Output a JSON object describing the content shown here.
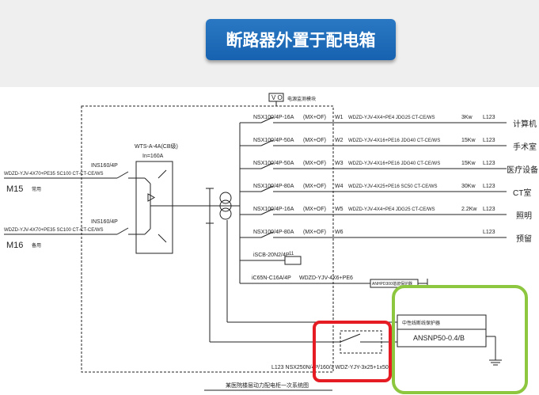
{
  "title": "断路器外置于配电箱",
  "vo": {
    "box": "V O",
    "label": "电源监测模块"
  },
  "incomers": [
    {
      "cable": "WDZD-YJV-4X70+PE35 SC100 CT-CT-CE/WS",
      "id": "M15",
      "note": "常用",
      "breaker": "INS160/4P"
    },
    {
      "cable": "WDZD-YJV-4X70+PE35 SC100 CT-CT-CE/WS",
      "id": "M16",
      "note": "备用",
      "breaker": "INS160/4P"
    }
  ],
  "ats": {
    "model": "WTS-A-4A(CB级)",
    "rating": "In=160A"
  },
  "branches": [
    {
      "breaker": "NSX100/4P-16A",
      "aux": "(MX+OF)",
      "circuit": "W1",
      "cable": "WDZD-YJV-4X4+PE4  JDG25  CT-CE/WS",
      "power": "3Kw",
      "ref": "L123",
      "load": "计算机"
    },
    {
      "breaker": "NSX100/4P-50A",
      "aux": "(MX+OF)",
      "circuit": "W2",
      "cable": "WDZD-YJV-4X16+PE16  JDG40  CT-CE/WS",
      "power": "15Kw",
      "ref": "L123",
      "load": "手术室"
    },
    {
      "breaker": "NSX100/4P-50A",
      "aux": "(MX+OF)",
      "circuit": "W3",
      "cable": "WDZD-YJV-4X16+PE16  JDG40  CT-CE/WS",
      "power": "15Kw",
      "ref": "L123",
      "load": "医疗设备"
    },
    {
      "breaker": "NSX100/4P-80A",
      "aux": "(MX+OF)",
      "circuit": "W4",
      "cable": "WDZD-YJV-4X25+PE16  SC50  CT-CE/WS",
      "power": "30Kw",
      "ref": "L123",
      "load": "CT室"
    },
    {
      "breaker": "NSX100/4P-16A",
      "aux": "(MX+OF)",
      "circuit": "W5",
      "cable": "WDZD-YJV-4X4+PE4  JDG25  CT-CE/WS",
      "power": "2.2Kw",
      "ref": "L123",
      "load": "照明"
    },
    {
      "breaker": "NSX100/4P-80A",
      "aux": "(MX+OF)",
      "circuit": "W6",
      "cable": "",
      "power": "",
      "ref": "L123",
      "load": "预留"
    }
  ],
  "spd": {
    "breaker": "iSCB-20N2/4P",
    "symbol": "11"
  },
  "monitor": {
    "breaker": "iC65N-C16A/4P",
    "cable": "WDZD-YJV-4X6+PE6",
    "device": "ANHPD300谐波保护器"
  },
  "arc": {
    "label": "中性线断线保护器",
    "model": "ANSNP50-0.4/B"
  },
  "bottom_line": "L123  NSX250N/4P/160/3  WDZ-YJY-3x25+1x50",
  "caption": "某医院楼层动力配电柜一次系统图",
  "highlight": {
    "red": "#e51c23",
    "green": "#8dc63f"
  }
}
